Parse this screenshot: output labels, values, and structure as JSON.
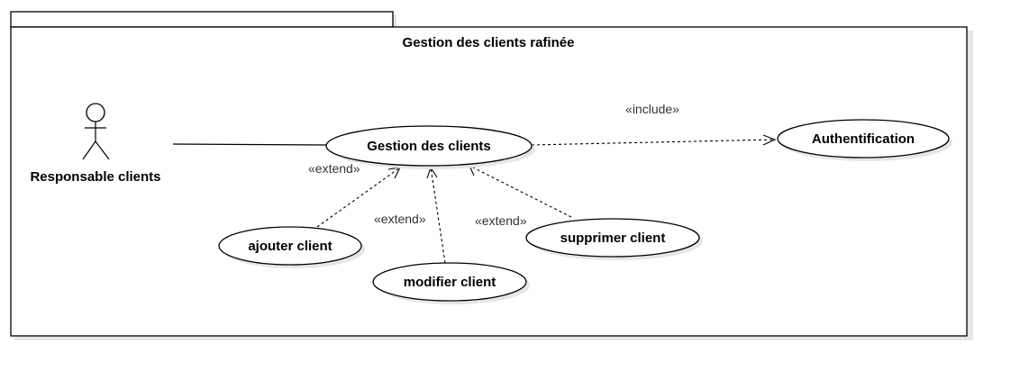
{
  "package": {
    "title": "Gestion des clients rafinée"
  },
  "actor": {
    "name": "Responsable clients"
  },
  "use_cases": {
    "main": "Gestion des clients",
    "auth": "Authentification",
    "add": "ajouter client",
    "modify": "modifier client",
    "delete": "supprimer client"
  },
  "relations": {
    "include": "«include»",
    "extend_add": "«extend»",
    "extend_modify": "«extend»",
    "extend_delete": "«extend»"
  },
  "colors": {
    "stroke": "#000000",
    "shadow": "#e6e6e6",
    "fill": "#ffffff",
    "stereotype_text": "#333333"
  }
}
